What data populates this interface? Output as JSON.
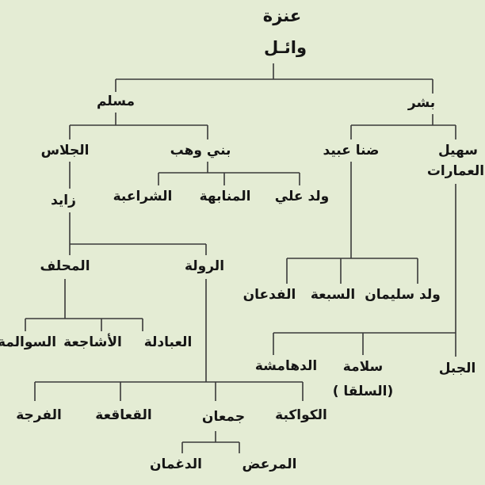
{
  "tribe": "عنزة",
  "ancestor": "وائـل",
  "nodes": {
    "bishr": "بشر",
    "muslim": "مسلم",
    "suhail_l1": "سهيل",
    "suhail_l2": "العمارات",
    "dana_ubaid": "ضنا عبيد",
    "bani_wahb": "بني وهب",
    "jlas": "الجلاس",
    "zayed": "زايد",
    "wuld_ali": "ولد علي",
    "manabiha": "المنابهة",
    "sharaiba": "الشراعبة",
    "mhalaf": "المحلف",
    "ruwala": "الرولة",
    "wuld_sulaiman": "ولد سليمان",
    "sabaa": "السبعة",
    "fedaan": "الفدعان",
    "abadila": "العبادلة",
    "ashaja": "الأشاجعة",
    "sawalma": "السوالمة",
    "jabal": "الجبل",
    "salama_l1": "سلامة",
    "salama_l2": "(السلقا )",
    "dahamsha": "الدهامشة",
    "kawakiba": "الكواكبة",
    "juman": "جمعان",
    "qaaqaa": "القعاقعة",
    "furja": "الفرجة",
    "muraidh": "المرعض",
    "daghman": "الدغمان"
  },
  "colors": {
    "background": "#e4ecd4",
    "ink": "#151515",
    "lines": "#3a3a3a"
  }
}
